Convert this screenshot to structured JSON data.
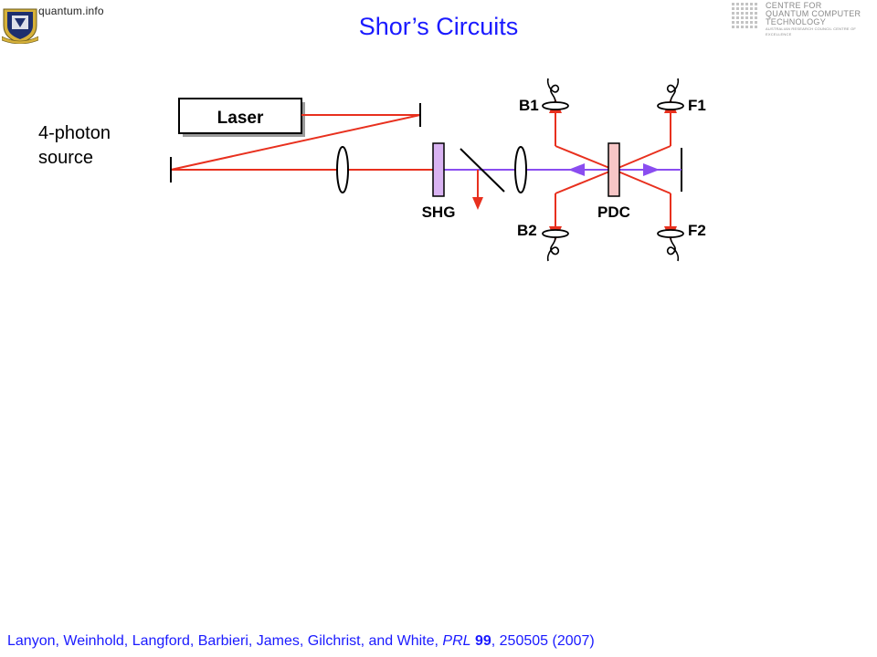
{
  "header": {
    "site": "quantum.info",
    "title": "Shor’s Circuits",
    "centre_logo": {
      "line1": "CENTRE FOR",
      "line2": "QUANTUM COMPUTER",
      "line3": "TECHNOLOGY",
      "line4": "AUSTRALIAN RESEARCH COUNCIL CENTRE OF EXCELLENCE"
    }
  },
  "side_label": {
    "line1": "4-photon",
    "line2": "source"
  },
  "diagram": {
    "laser": "Laser",
    "shg": "SHG",
    "pdc": "PDC",
    "b1": "B1",
    "b2": "B2",
    "f1": "F1",
    "f2": "F2",
    "colors": {
      "beam_red": "#e8301e",
      "beam_violet": "#8a4df0",
      "crystal_violet": "#d9b3f2",
      "crystal_pink": "#f7c6c6",
      "outline": "#000000"
    }
  },
  "citation": {
    "authors": "Lanyon, Weinhold, Langford, Barbieri, James, Gilchrist, and White, ",
    "journal": "PRL",
    "volume": "99",
    "rest": ", 250505 (2007)"
  }
}
